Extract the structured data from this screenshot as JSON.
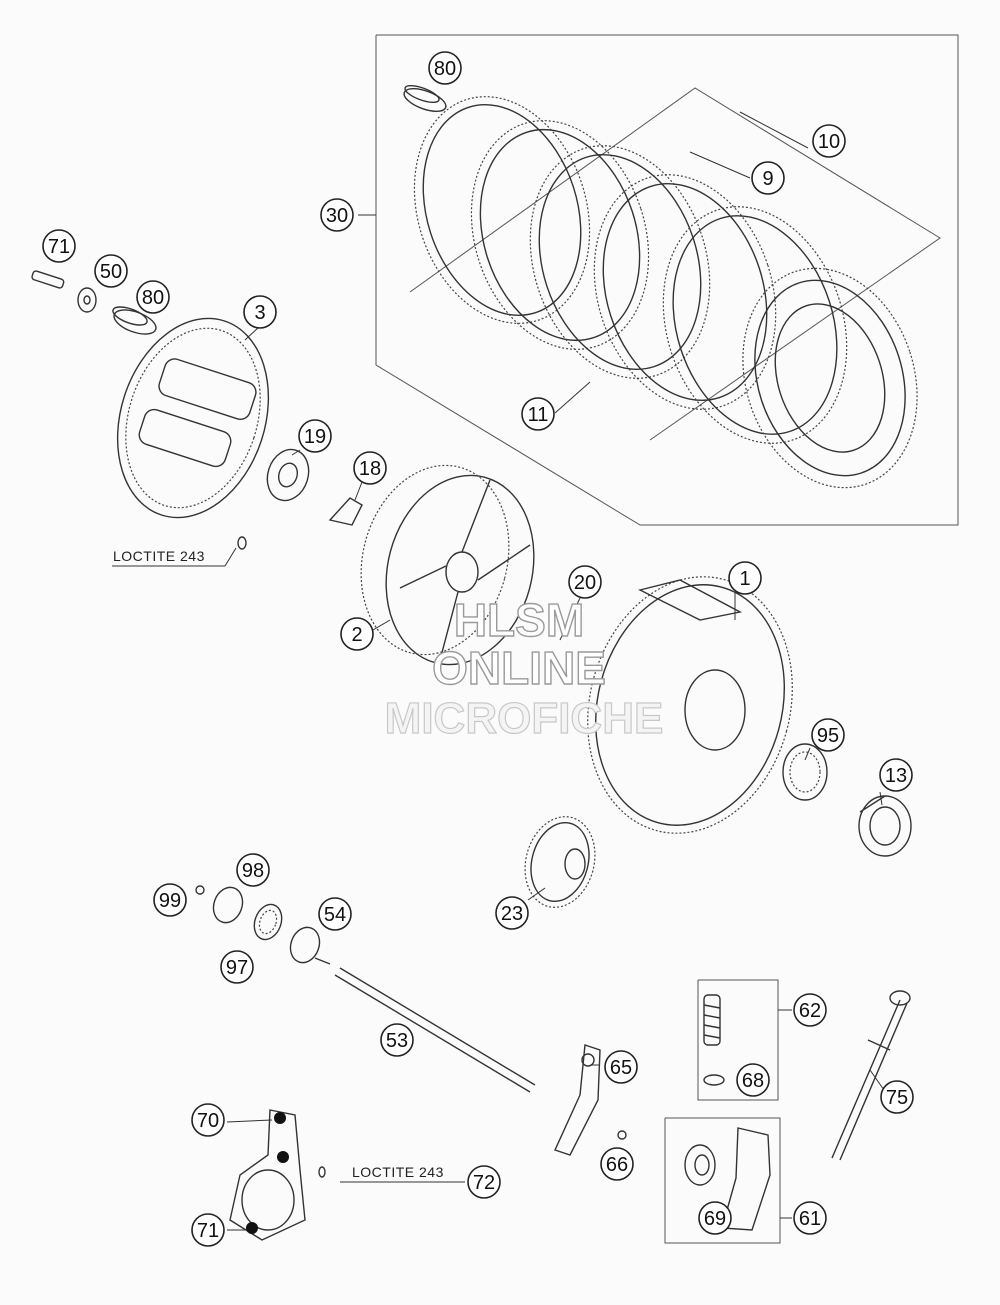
{
  "callouts": [
    {
      "id": "c80a",
      "label": "80"
    },
    {
      "id": "c10",
      "label": "10"
    },
    {
      "id": "c9",
      "label": "9"
    },
    {
      "id": "c30",
      "label": "30"
    },
    {
      "id": "c71a",
      "label": "71"
    },
    {
      "id": "c50",
      "label": "50"
    },
    {
      "id": "c80b",
      "label": "80"
    },
    {
      "id": "c3",
      "label": "3"
    },
    {
      "id": "c11",
      "label": "11"
    },
    {
      "id": "c19",
      "label": "19"
    },
    {
      "id": "c18",
      "label": "18"
    },
    {
      "id": "c20",
      "label": "20"
    },
    {
      "id": "c1",
      "label": "1"
    },
    {
      "id": "c2",
      "label": "2"
    },
    {
      "id": "c95",
      "label": "95"
    },
    {
      "id": "c13",
      "label": "13"
    },
    {
      "id": "c98",
      "label": "98"
    },
    {
      "id": "c99",
      "label": "99"
    },
    {
      "id": "c54",
      "label": "54"
    },
    {
      "id": "c23",
      "label": "23"
    },
    {
      "id": "c97",
      "label": "97"
    },
    {
      "id": "c62",
      "label": "62"
    },
    {
      "id": "c53",
      "label": "53"
    },
    {
      "id": "c65",
      "label": "65"
    },
    {
      "id": "c68",
      "label": "68"
    },
    {
      "id": "c75",
      "label": "75"
    },
    {
      "id": "c70",
      "label": "70"
    },
    {
      "id": "c66",
      "label": "66"
    },
    {
      "id": "c72",
      "label": "72"
    },
    {
      "id": "c69",
      "label": "69"
    },
    {
      "id": "c61",
      "label": "61"
    },
    {
      "id": "c71b",
      "label": "71"
    }
  ],
  "notes": {
    "loctite_upper": "LOCTITE 243",
    "loctite_lower": "LOCTITE 243"
  },
  "watermark": {
    "line1": "HLSM",
    "line2": "ONLINE",
    "line3": "MICROFICHE"
  }
}
